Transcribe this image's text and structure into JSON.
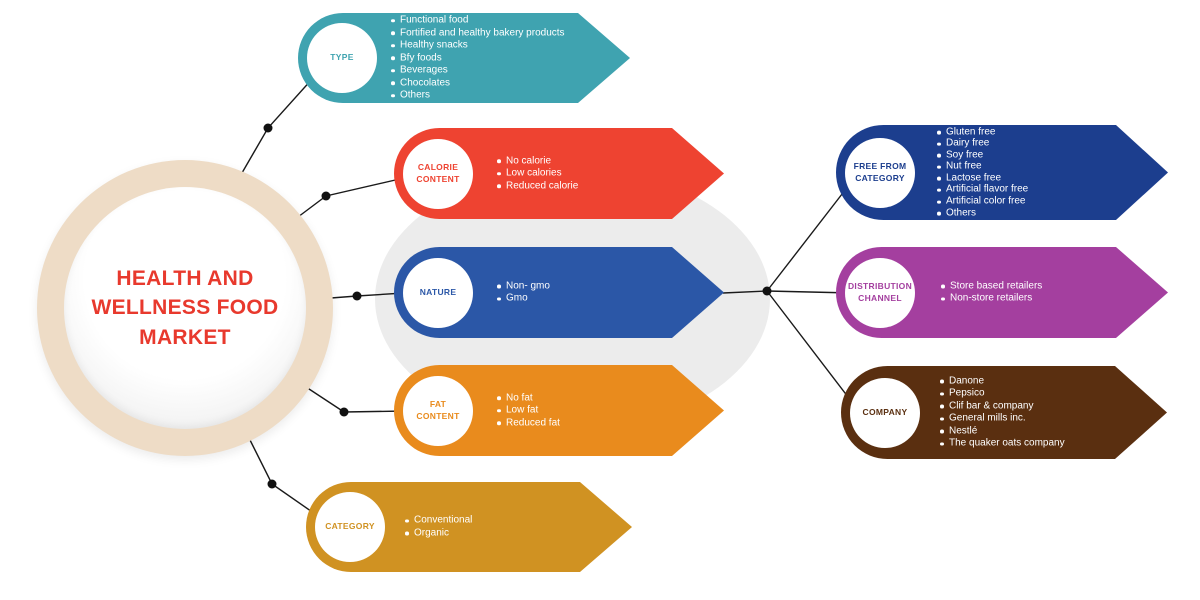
{
  "diagram_title": "Health and Wellness Food Market",
  "title_lines": [
    "HEALTH AND",
    "WELLNESS FOOD",
    "MARKET"
  ],
  "palette": {
    "title_text": "#e8392d",
    "ring": "#eedcc6",
    "ellipse": "#ececec",
    "connector": "#1a1a1a"
  },
  "segments": [
    {
      "label": "TYPE",
      "color": "#3fa3b0",
      "items": [
        "Functional food",
        "Fortified and healthy bakery products",
        "Healthy snacks",
        "Bfy foods",
        "Beverages",
        "Chocolates",
        "Others"
      ]
    },
    {
      "label": "CALORIE CONTENT",
      "color": "#ee4331",
      "items": [
        "No calorie",
        "Low calories",
        "Reduced calorie"
      ]
    },
    {
      "label": "NATURE",
      "color": "#2b57a7",
      "items": [
        "Non- gmo",
        "Gmo"
      ]
    },
    {
      "label": "FAT CONTENT",
      "color": "#e98b1d",
      "items": [
        "No fat",
        "Low fat",
        "Reduced fat"
      ]
    },
    {
      "label": "CATEGORY",
      "color": "#d09222",
      "items": [
        "Conventional",
        "Organic"
      ]
    },
    {
      "label": "FREE FROM CATEGORY",
      "color": "#1c3e8e",
      "items": [
        "Gluten free",
        "Dairy free",
        "Soy free",
        "Nut free",
        "Lactose free",
        "Artificial flavor free",
        "Artificial color free",
        "Others"
      ]
    },
    {
      "label": "DISTRIBUTION CHANNEL",
      "color": "#a43f9f",
      "items": [
        "Store based retailers",
        "Non-store retailers"
      ]
    },
    {
      "label": "COMPANY",
      "color": "#5a2f10",
      "items": [
        "Danone",
        "Pepsico",
        "Clif bar & company",
        "General mills inc.",
        "Nestlé",
        "The quaker oats company"
      ]
    }
  ]
}
